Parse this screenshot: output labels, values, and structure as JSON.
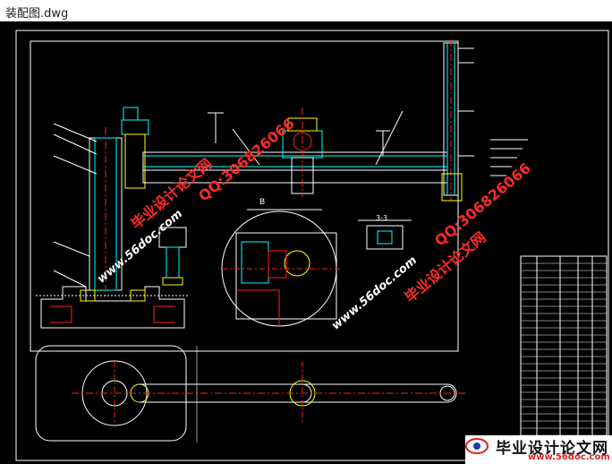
{
  "window": {
    "title": "装配图.dwg"
  },
  "watermarks": {
    "site_name": "毕业设计论文网",
    "qq": "QQ:306826066",
    "url": "www.56doc.com"
  },
  "drawing": {
    "section_label_b": "B",
    "section_label_c": "3-3"
  },
  "logo": {
    "text": "毕业设计论文网",
    "url": "www.56doc.com"
  },
  "colors": {
    "canvas_bg": "#000000",
    "line_white": "#ffffff",
    "line_cyan": "#00ffff",
    "line_yellow": "#ffff00",
    "line_red": "#ff2020",
    "watermark_red": "#ff2a2a"
  }
}
